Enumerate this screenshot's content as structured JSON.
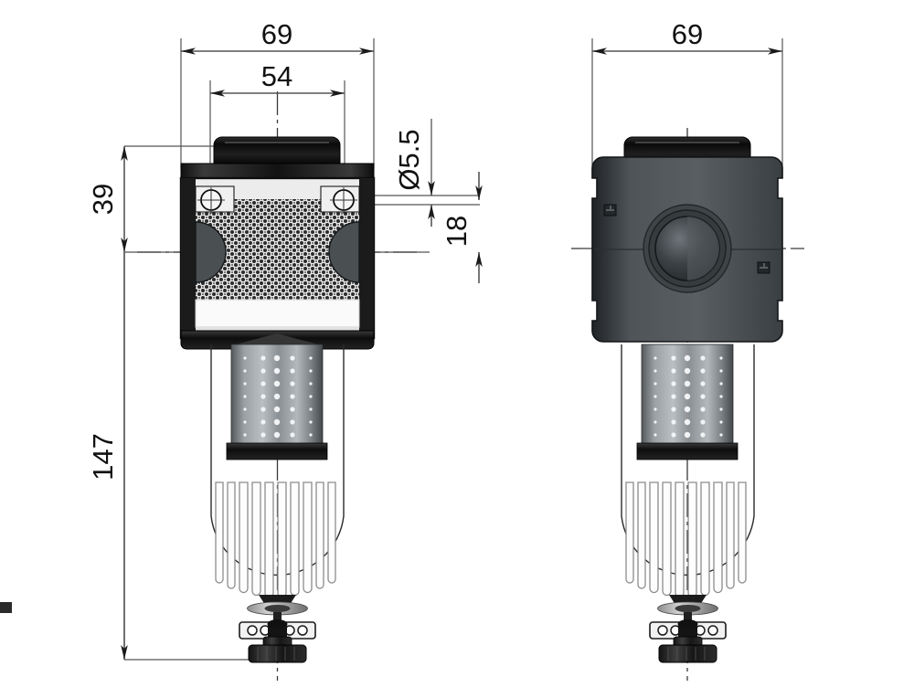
{
  "drawing": {
    "title": "Compressed air filter - technical dimension drawing",
    "units": "mm",
    "views": [
      {
        "id": "front-view",
        "label": "front-view",
        "position": "left"
      },
      {
        "id": "top-view",
        "label": "top-view",
        "position": "right"
      }
    ],
    "colors": {
      "line": "#1a1a1a",
      "dim_line": "#555555",
      "body_dark": "#4a4f52",
      "body_black": "#101010",
      "bowl_light": "#f2f2f2",
      "screen_gray": "#8d9296",
      "background": "#ffffff"
    }
  },
  "dimensions": {
    "front": {
      "width_outer": "69",
      "width_inner": "54",
      "height_top_to_center": "39",
      "total_height": "147",
      "hole_diameter": "Ø5.5",
      "hole_offset": "18"
    },
    "top": {
      "width_outer": "69"
    }
  },
  "components": {
    "top_cap": "top-cap",
    "body": "filter-body",
    "mounting_hole_left": "mounting-hole-left",
    "mounting_hole_right": "mounting-hole-right",
    "port_left": "port-left",
    "port_right": "port-right",
    "port_center": "center-port",
    "filter_element": "filter-element",
    "bowl_guard": "bowl-guard",
    "drain_valve": "drain-valve",
    "drain_knob": "drain-knob",
    "label_badge_upper": "label-badge-upper",
    "label_badge_lower": "label-badge-lower"
  }
}
